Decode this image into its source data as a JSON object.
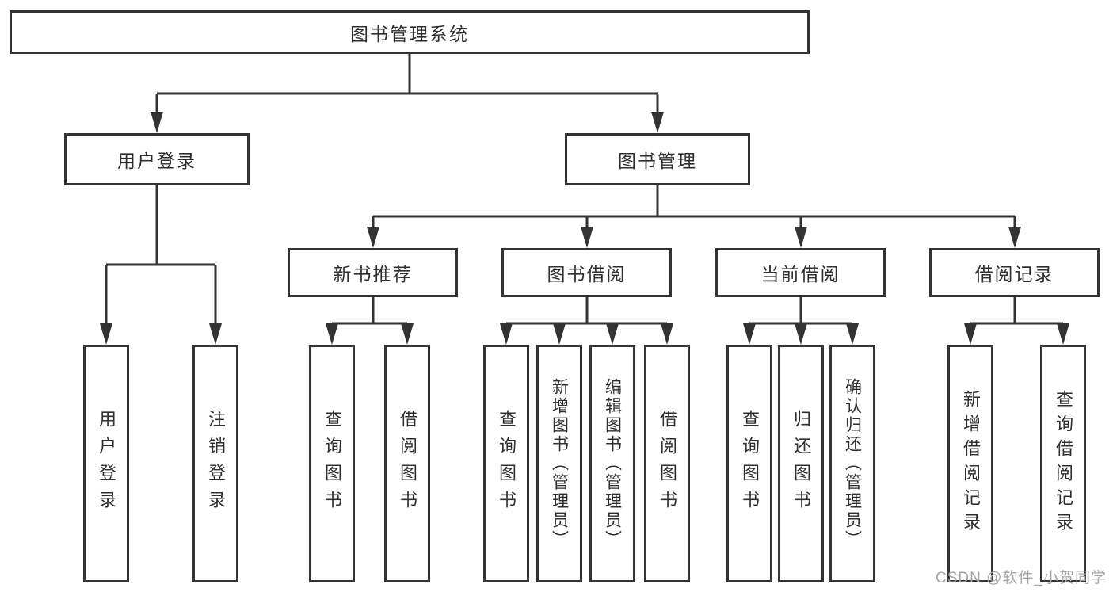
{
  "tree": {
    "label": "图书管理系统",
    "children": [
      {
        "label": "用户登录",
        "children": [
          {
            "label": "用户登录"
          },
          {
            "label": "注销登录"
          }
        ]
      },
      {
        "label": "图书管理",
        "children": [
          {
            "label": "新书推荐",
            "children": [
              {
                "label": "查询图书"
              },
              {
                "label": "借阅图书"
              }
            ]
          },
          {
            "label": "图书借阅",
            "children": [
              {
                "label": "查询图书"
              },
              {
                "label": "新增图书（管理员）"
              },
              {
                "label": "编辑图书（管理员）"
              },
              {
                "label": "借阅图书"
              }
            ]
          },
          {
            "label": "当前借阅",
            "children": [
              {
                "label": "查询图书"
              },
              {
                "label": "归还图书"
              },
              {
                "label": "确认归还（管理员）"
              }
            ]
          },
          {
            "label": "借阅记录",
            "children": [
              {
                "label": "新增借阅记录"
              },
              {
                "label": "查询借阅记录"
              }
            ]
          }
        ]
      }
    ]
  },
  "watermark": "CSDN @软件_小贺同学",
  "colors": {
    "line": "#333333",
    "text": "#2f2f2f",
    "watermark": "#a6a6a6",
    "background": "#ffffff"
  }
}
